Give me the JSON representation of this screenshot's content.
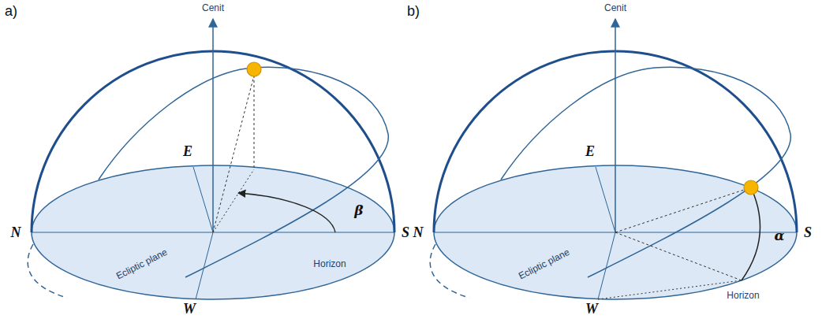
{
  "diagram": {
    "labels": [
      "a)",
      "Cenit",
      "E",
      "β",
      "N",
      "S",
      "Horizon",
      "Ecliptic plane",
      "W",
      "b)",
      "Cenit",
      "E",
      "N",
      "S",
      "α",
      "Ecliptic plane",
      "W",
      "Horizon"
    ]
  }
}
